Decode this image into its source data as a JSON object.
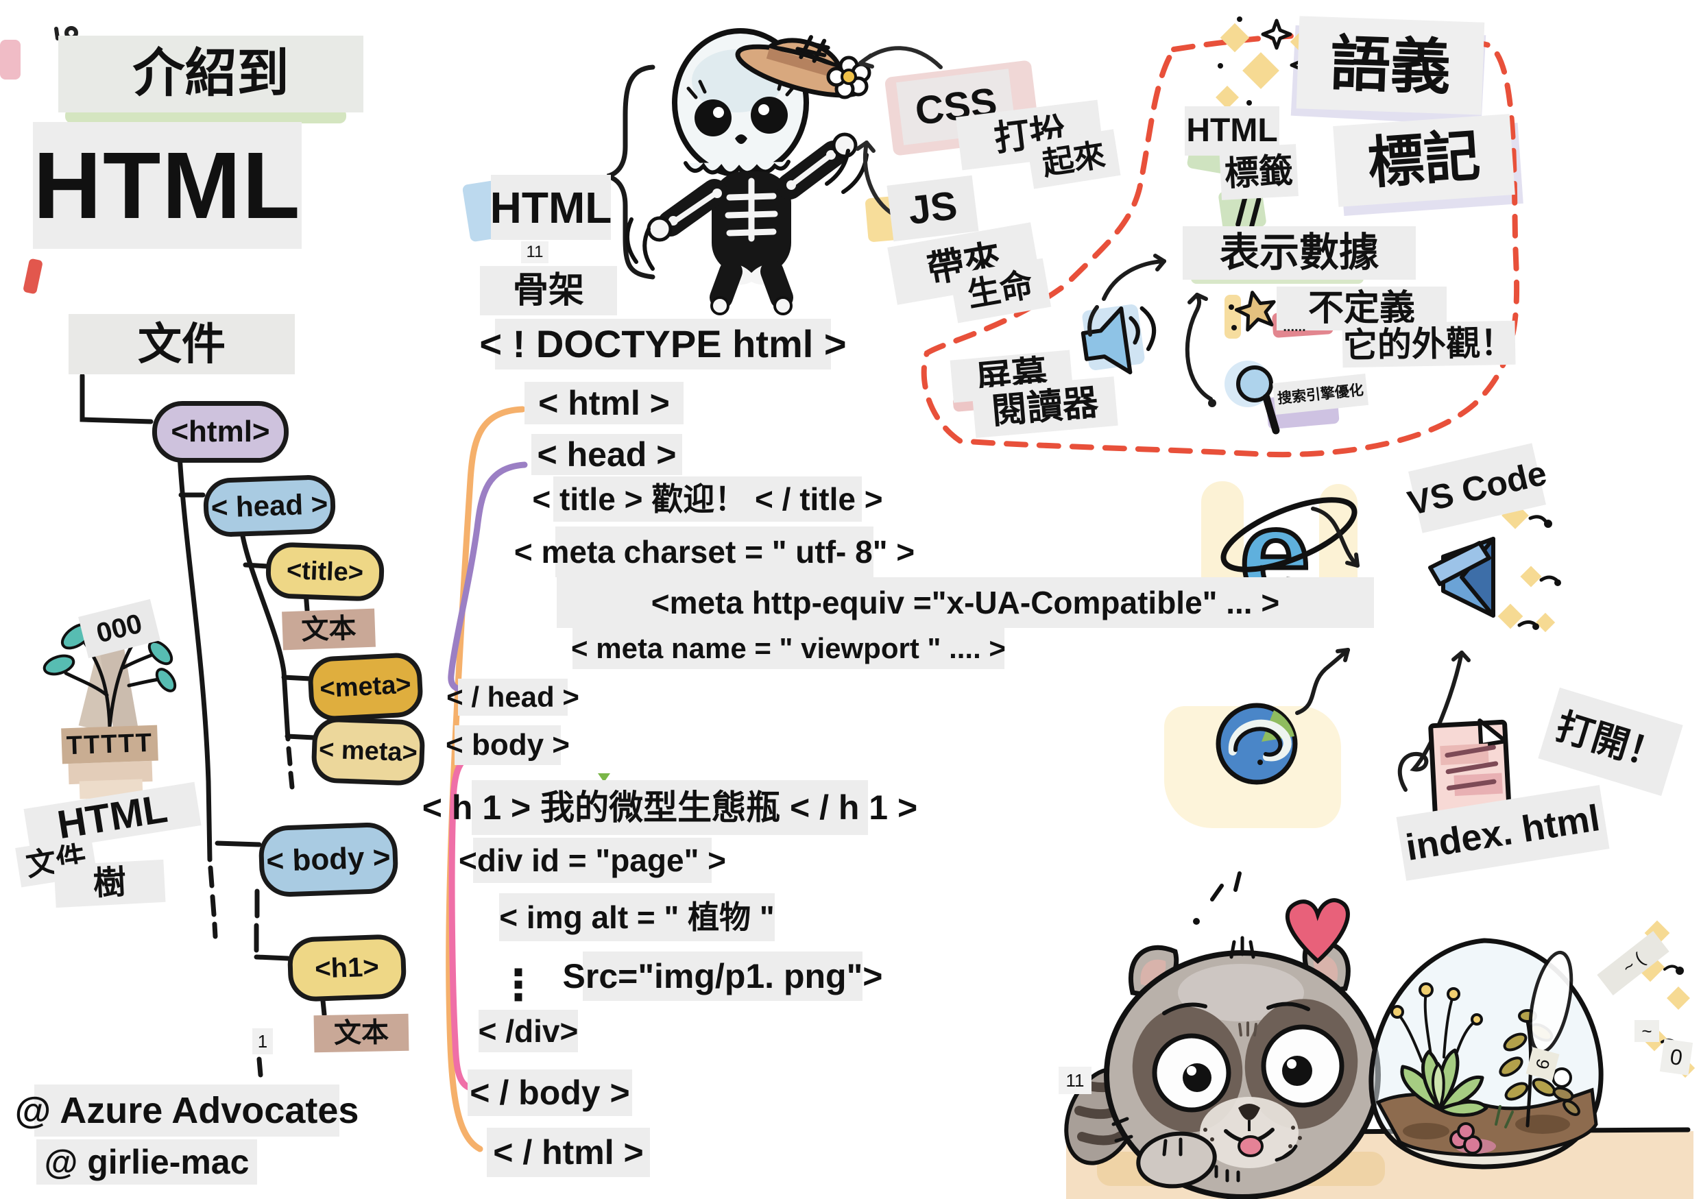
{
  "header": {
    "intro": "介紹到",
    "title": "HTML"
  },
  "skeleton": {
    "label": "HTML",
    "note": "11",
    "bones": "骨架",
    "css": "CSS",
    "css_note1": "打扮",
    "css_note2": "起來",
    "js": "JS",
    "js_note1": "帶來",
    "js_note2": "生命"
  },
  "semantic": {
    "word1": "語義",
    "word2": "標記",
    "html": "HTML",
    "tag": "標籤",
    "equals": "||",
    "data": "表示數據",
    "not_define": "不定義",
    "ellipsis": "......",
    "appearance": "它的外觀！",
    "seo": "搜索引擎優化",
    "screen": "屏幕",
    "reader": "閱讀器"
  },
  "code": {
    "vdots": "⋮",
    "lines": [
      {
        "id": "doctype",
        "text": "< ! DOCTYPE html >"
      },
      {
        "id": "html-open",
        "text": "< html >"
      },
      {
        "id": "head-open",
        "text": "< head >"
      },
      {
        "id": "title",
        "text": "< title > 歡迎！ < / title >"
      },
      {
        "id": "meta-charset",
        "text": "< meta charset = \" utf- 8\" >"
      },
      {
        "id": "meta-http",
        "text": "<meta http-equiv =\"x-UA-Compatible\" ... >"
      },
      {
        "id": "meta-viewport",
        "text": "< meta name = \" viewport \" .... >"
      },
      {
        "id": "head-close",
        "text": "< / head >"
      },
      {
        "id": "body-open",
        "text": "< body >"
      },
      {
        "id": "h1",
        "text": "< h 1 > 我的微型生態瓶 < / h 1 >"
      },
      {
        "id": "div-open",
        "text": "<div id = \"page\" >"
      },
      {
        "id": "img-alt",
        "text": "< img alt = \" 植物 \""
      },
      {
        "id": "img-src",
        "text": "Src=\"img/p1. png\">"
      },
      {
        "id": "div-close",
        "text": "< /div>"
      },
      {
        "id": "body-close",
        "text": "< / body >"
      },
      {
        "id": "html-close",
        "text": "< / html >"
      }
    ]
  },
  "tree": {
    "header": "文件",
    "html": "<html>",
    "head": "< head >",
    "title": "<title>",
    "text1": "文本",
    "meta1": "<meta>",
    "meta2": "< meta>",
    "body": "< body >",
    "h1": "<h1>",
    "text2": "文本",
    "marker": "1"
  },
  "plant": {
    "ooo": "000",
    "pot": "TTTTT",
    "l1": "HTML",
    "l2": "文件",
    "l3": "樹"
  },
  "tools": {
    "vscode": "VS Code",
    "open": "打開！",
    "filename": "index. html"
  },
  "credits": {
    "line1": "@ Azure Advocates",
    "line2": "@ girlie-mac"
  },
  "misc": {
    "eleven_top": "11",
    "one": "1",
    "eleven_bottom": "11",
    "zero": "0",
    "six": "6",
    "tilde": "~",
    "tape_mark": "~ ("
  },
  "colors": {
    "box_bg": "#ededed",
    "red_dash": "#e8503a",
    "bracket_html": "#f5b06b",
    "bracket_head": "#9b7fc4",
    "bracket_body": "#ef6fa7",
    "node_html": "#cec2dd",
    "node_head": "#a9cbe2",
    "node_title": "#eed786",
    "node_meta1": "#dfae3e",
    "node_meta2": "#ecd79b",
    "node_text": "#c9a897"
  }
}
